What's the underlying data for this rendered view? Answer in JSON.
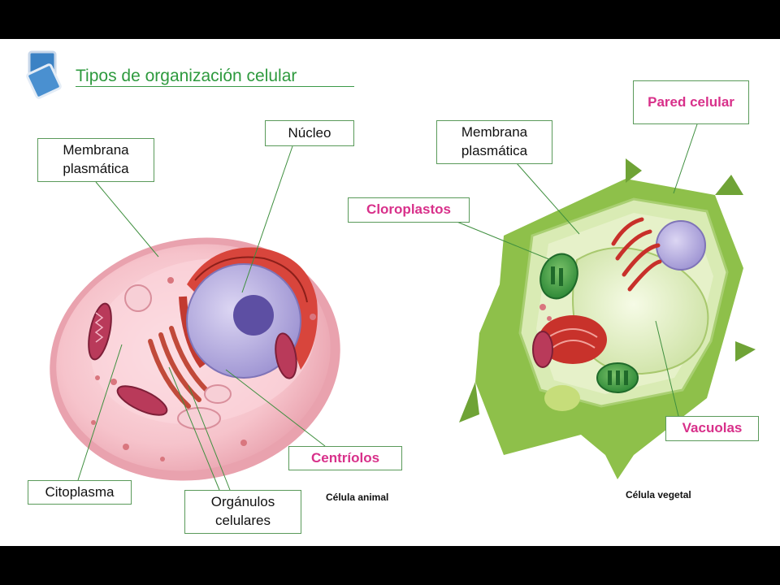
{
  "slide": {
    "title": "Tipos de organización celular",
    "icon": "stacked-squares-icon"
  },
  "animal_cell": {
    "caption": "Célula animal",
    "labels": {
      "membrane": "Membrana plasmática",
      "nucleus": "Núcleo",
      "centrioles": "Centríolos",
      "cytoplasm": "Citoplasma",
      "organelles": "Orgánulos celulares"
    }
  },
  "plant_cell": {
    "caption": "Célula vegetal",
    "labels": {
      "membrane": "Membrana plasmática",
      "cell_wall": "Pared celular",
      "chloroplasts": "Cloroplastos",
      "vacuoles": "Vacuolas"
    }
  },
  "colors": {
    "title_green": "#2e9a3e",
    "label_pink": "#d8308a",
    "letterbox": "#000000"
  }
}
